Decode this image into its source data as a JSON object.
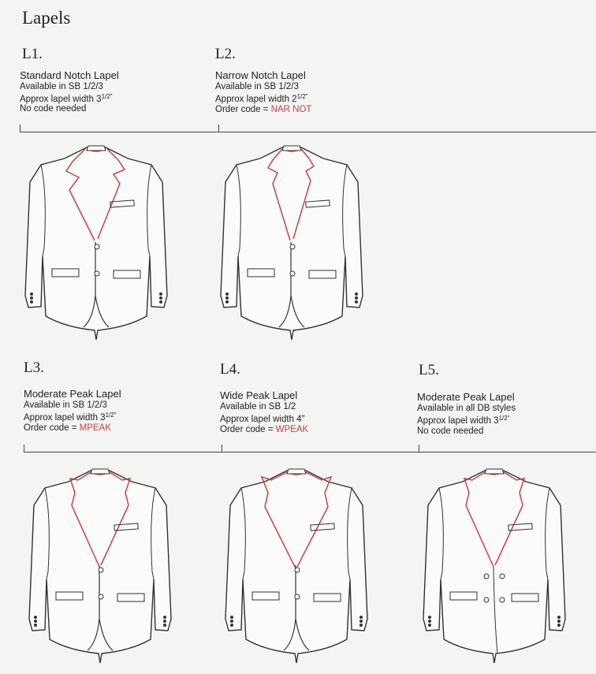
{
  "page_title": "Lapels",
  "colors": {
    "accent": "#c8414c",
    "ink": "#222222",
    "background": "#f4f4f2"
  },
  "lapels": [
    {
      "code": "L1.",
      "name": "Standard Notch Lapel",
      "availability": "Available in SB 1/2/3",
      "width_prefix": "Approx lapel width 3",
      "width_fraction": "1/2\"",
      "order_prefix": "No code needed",
      "order_code": "",
      "style": "notch",
      "breasted": "single"
    },
    {
      "code": "L2.",
      "name": "Narrow Notch Lapel",
      "availability": "Available in SB 1/2/3",
      "width_prefix": "Approx lapel width 2",
      "width_fraction": "1/2\"",
      "order_prefix": "Order code = ",
      "order_code": "NAR NOT",
      "style": "narrow-notch",
      "breasted": "single"
    },
    {
      "code": "L3.",
      "name": "Moderate Peak Lapel",
      "availability": "Available in SB 1/2/3",
      "width_prefix": "Approx lapel width 3",
      "width_fraction": "1/2\"",
      "order_prefix": "Order code = ",
      "order_code": "MPEAK",
      "style": "peak",
      "breasted": "single"
    },
    {
      "code": "L4.",
      "name": "Wide Peak Lapel",
      "availability": "Available in SB 1/2",
      "width_prefix": "Approx lapel width 4\"",
      "width_fraction": "",
      "order_prefix": "Order code = ",
      "order_code": "WPEAK",
      "style": "wide-peak",
      "breasted": "single"
    },
    {
      "code": "L5.",
      "name": "Moderate Peak Lapel",
      "availability": "Available in all DB styles",
      "width_prefix": "Approx lapel width 3",
      "width_fraction": "1/2\"",
      "order_prefix": "No code needed",
      "order_code": "",
      "style": "peak",
      "breasted": "double"
    }
  ]
}
